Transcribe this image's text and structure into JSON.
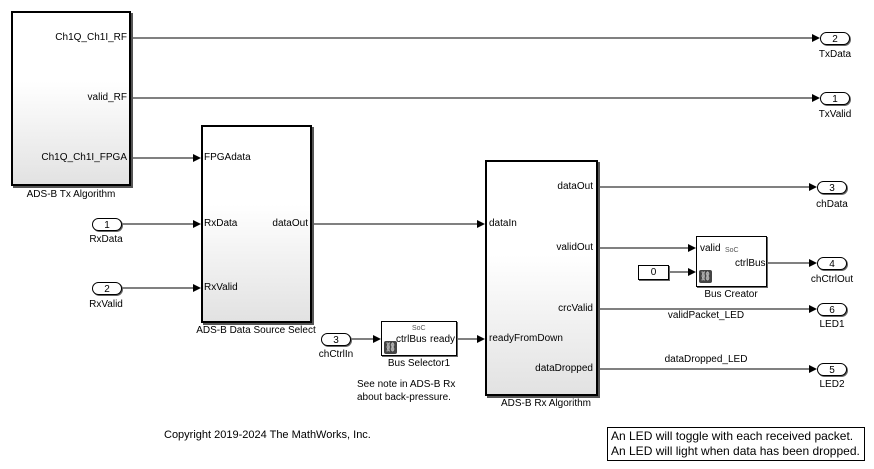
{
  "tx_block": {
    "name": "ADS-B Tx Algorithm",
    "ports_out": [
      "Ch1Q_Ch1I_RF",
      "valid_RF",
      "Ch1Q_Ch1I_FPGA"
    ]
  },
  "ds_block": {
    "name": "ADS-B Data Source Select",
    "ports_in": [
      "FPGAdata",
      "RxData",
      "RxValid"
    ],
    "port_out": "dataOut"
  },
  "rx_block": {
    "name": "ADS-B Rx Algorithm",
    "ports_in": [
      "dataIn",
      "readyFromDown"
    ],
    "ports_out": [
      "dataOut",
      "validOut",
      "crcValid",
      "dataDropped"
    ]
  },
  "inports": [
    {
      "num": "1",
      "label": "RxData"
    },
    {
      "num": "2",
      "label": "RxValid"
    },
    {
      "num": "3",
      "label": "chCtrlIn"
    }
  ],
  "outports": [
    {
      "num": "2",
      "label": "TxData"
    },
    {
      "num": "1",
      "label": "TxValid"
    },
    {
      "num": "3",
      "label": "chData"
    },
    {
      "num": "4",
      "label": "chCtrlOut"
    },
    {
      "num": "6",
      "label": "LED1"
    },
    {
      "num": "5",
      "label": "LED2"
    }
  ],
  "bus_selector": {
    "name": "Bus Selector1",
    "in": "ctrlBus",
    "out": "ready",
    "tag": "SoC"
  },
  "bus_creator": {
    "name": "Bus Creator",
    "in": "valid",
    "out": "ctrlBus",
    "tag": "SoC"
  },
  "constant": {
    "value": "0"
  },
  "signals": {
    "crc": "validPacket_LED",
    "dropped": "dataDropped_LED"
  },
  "note": [
    "See note in ADS-B Rx",
    "about back-pressure."
  ],
  "copyright": "Copyright 2019-2024 The MathWorks, Inc.",
  "annotation": [
    "An LED will toggle with each received packet.",
    "An LED will light when data has been dropped."
  ]
}
